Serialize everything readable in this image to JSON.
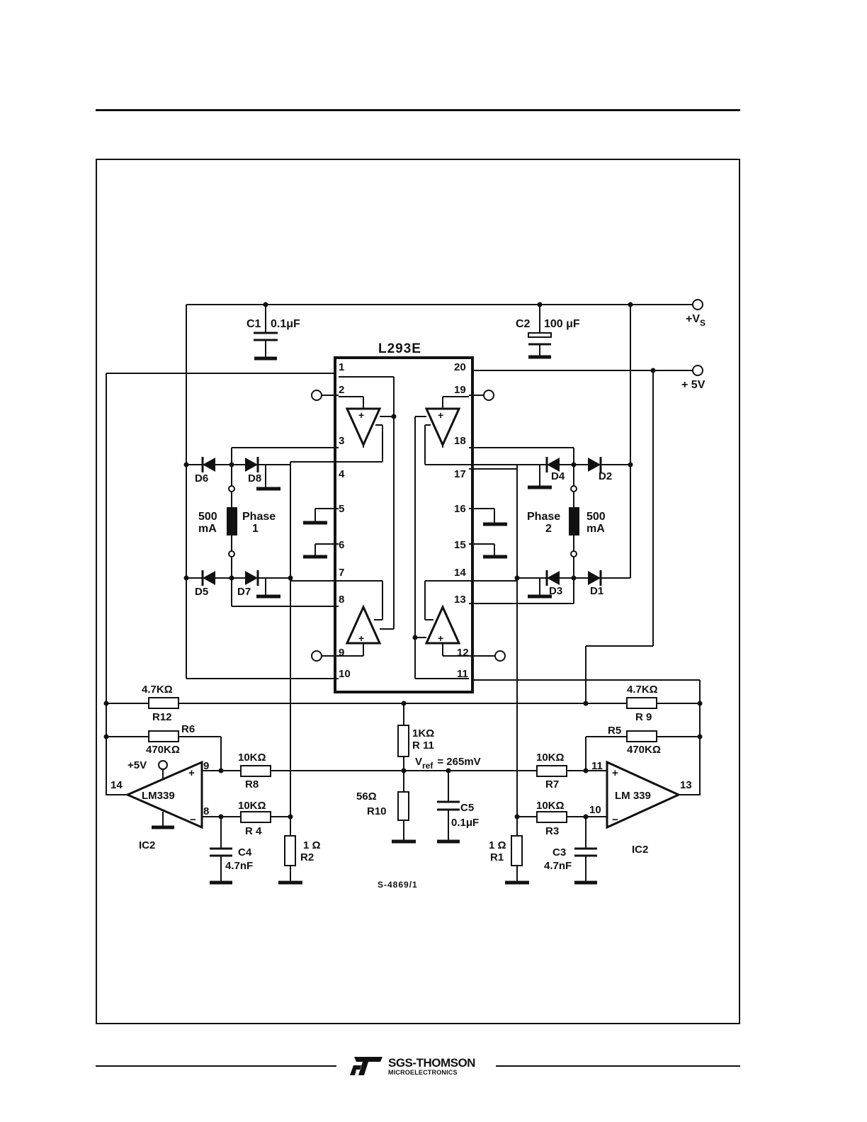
{
  "brand": {
    "name": "SGS-THOMSON",
    "subtitle": "MICROELECTRONICS"
  },
  "diagram": {
    "chip": {
      "name": "L293E"
    },
    "pins_left": [
      "1",
      "2",
      "3",
      "4",
      "5",
      "6",
      "7",
      "8",
      "9",
      "10"
    ],
    "pins_right": [
      "20",
      "19",
      "18",
      "17",
      "16",
      "15",
      "14",
      "13",
      "12",
      "11"
    ],
    "supplies": {
      "vs": "+V",
      "vs_sub": "S",
      "v5": "+ 5V",
      "v5_opamp": "+5V"
    },
    "capacitors": {
      "c1": {
        "name": "C1",
        "value": "0.1μF"
      },
      "c2": {
        "name": "C2",
        "value": "100 μF"
      },
      "c3": {
        "name": "C3",
        "value": "4.7nF"
      },
      "c4": {
        "name": "C4",
        "value": "4.7nF"
      },
      "c5": {
        "name": "C5",
        "value": "0.1μF"
      }
    },
    "diodes": [
      "D1",
      "D2",
      "D3",
      "D4",
      "D5",
      "D6",
      "D7",
      "D8"
    ],
    "phase1": {
      "current": "500",
      "unit": "mA",
      "label": "Phase",
      "number": "1"
    },
    "phase2": {
      "current": "500",
      "unit": "mA",
      "label": "Phase",
      "number": "2"
    },
    "resistors": {
      "r1": {
        "name": "R1",
        "value": "1 Ω"
      },
      "r2": {
        "name": "R2",
        "value": "1 Ω"
      },
      "r3": {
        "name": "R3",
        "value": "10KΩ"
      },
      "r4": {
        "name": "R 4",
        "value": "10KΩ"
      },
      "r5": {
        "name": "R5",
        "value": "470KΩ"
      },
      "r6": {
        "name": "R6",
        "value": "470KΩ"
      },
      "r7": {
        "name": "R7",
        "value": "10KΩ"
      },
      "r8": {
        "name": "R8",
        "value": "10KΩ"
      },
      "r9": {
        "name": "R 9",
        "value": "4.7KΩ"
      },
      "r10": {
        "name": "R10",
        "value": "56Ω"
      },
      "r11": {
        "name": "R 11",
        "value": "1KΩ"
      },
      "r12": {
        "name": "R12",
        "value": "4.7KΩ"
      }
    },
    "vref": {
      "symbol": "V",
      "sub": "ref",
      "value": "= 265mV"
    },
    "comparator_left": {
      "part": "LM339",
      "ic": "IC2",
      "pin_plus": "9",
      "pin_minus": "8",
      "pin_out": "14"
    },
    "comparator_right": {
      "part": "LM 339",
      "ic": "IC2",
      "pin_plus": "11",
      "pin_minus": "10",
      "pin_out": "13"
    },
    "drawing_code": "S-4869/1"
  }
}
